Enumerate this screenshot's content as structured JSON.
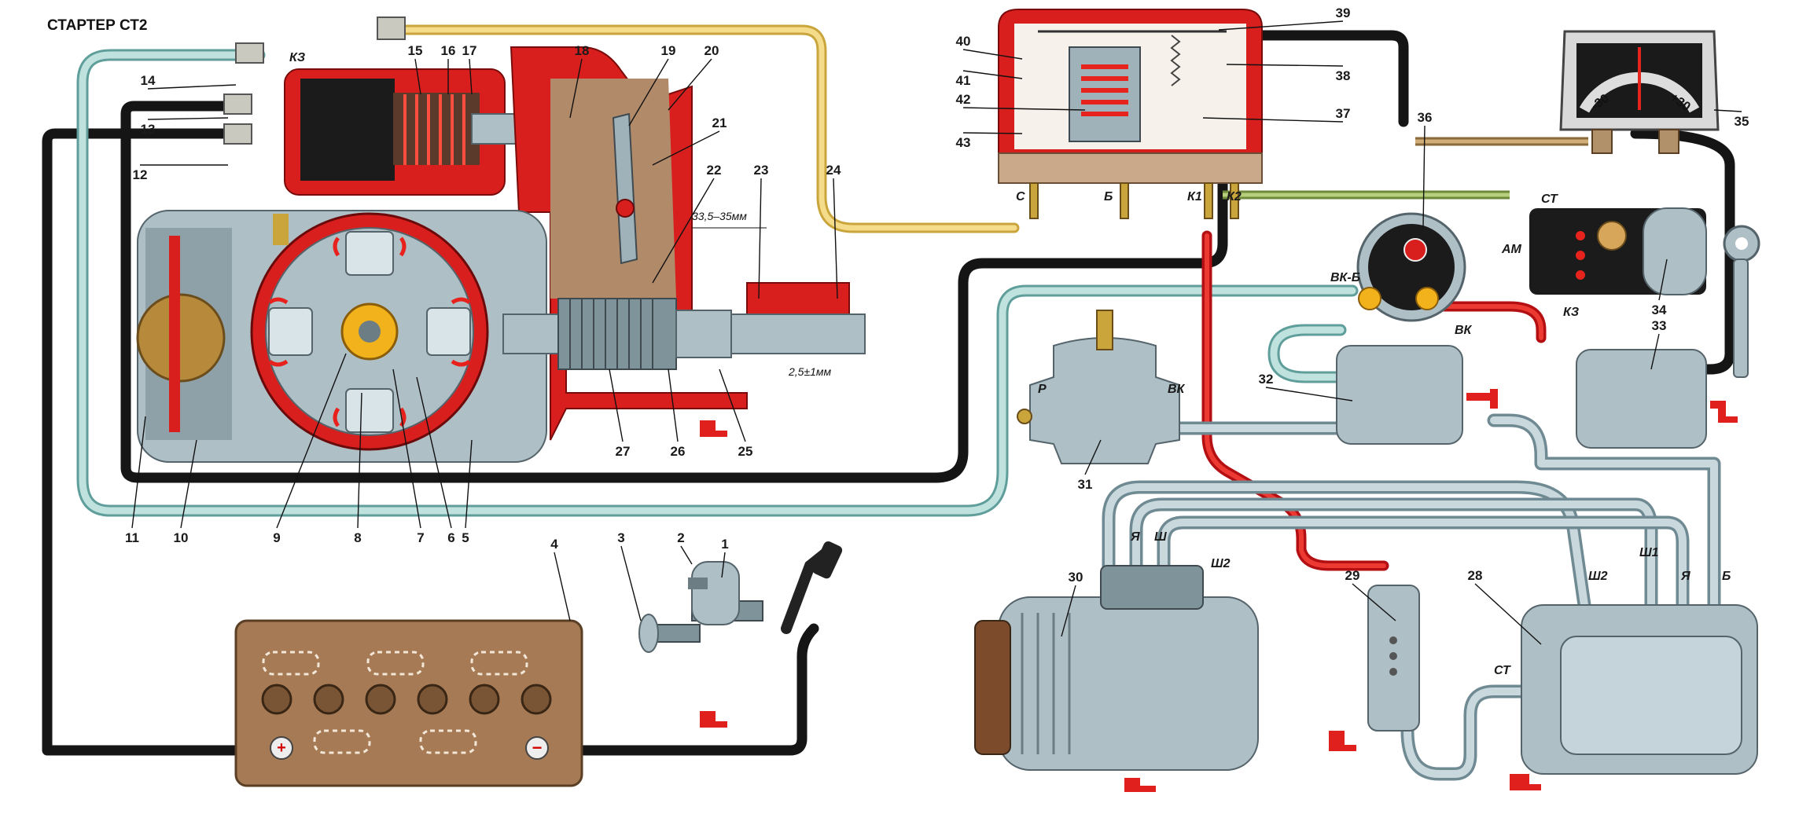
{
  "title": "СТАРТЕР СТ2",
  "dimensions": {
    "travel": "33,5–35мм",
    "gap": "2,5±1мм"
  },
  "terminals": {
    "starter_k3": "КЗ",
    "relay_c": "С",
    "relay_b": "Б",
    "relay_k1": "К1",
    "relay_k2": "К2",
    "switch_vkb": "ВК-Б",
    "switch_vk": "ВК",
    "ign_st": "СТ",
    "ign_am": "АМ",
    "ign_k3": "КЗ",
    "coil_r": "Р",
    "coil_vk": "ВК",
    "gen_ya": "Я",
    "gen_sh": "Ш",
    "gen_sh2": "Ш2",
    "reg_sh2": "Ш2",
    "reg_sh1": "Ш1",
    "reg_ya": "Я",
    "reg_b": "Б",
    "reg_st": "СТ"
  },
  "ammeter": {
    "minus": "-30",
    "plus": "+30"
  },
  "battery": {
    "plus": "+",
    "minus": "−"
  },
  "callouts": [
    "1",
    "2",
    "3",
    "4",
    "5",
    "6",
    "7",
    "8",
    "9",
    "10",
    "11",
    "12",
    "13",
    "14",
    "15",
    "16",
    "17",
    "18",
    "19",
    "20",
    "21",
    "22",
    "23",
    "24",
    "25",
    "26",
    "27",
    "28",
    "29",
    "30",
    "31",
    "32",
    "33",
    "34",
    "35",
    "36",
    "37",
    "38",
    "39",
    "40",
    "41",
    "42",
    "43"
  ],
  "colors": {
    "housing_red": "#d81f1e",
    "metal_grey": "#aebfc6",
    "wire_black": "#151515",
    "wire_cyan": "#bfe2df",
    "wire_yellow": "#f5dc8a",
    "wire_red": "#ec3a32",
    "battery_brown": "#a57a55"
  }
}
